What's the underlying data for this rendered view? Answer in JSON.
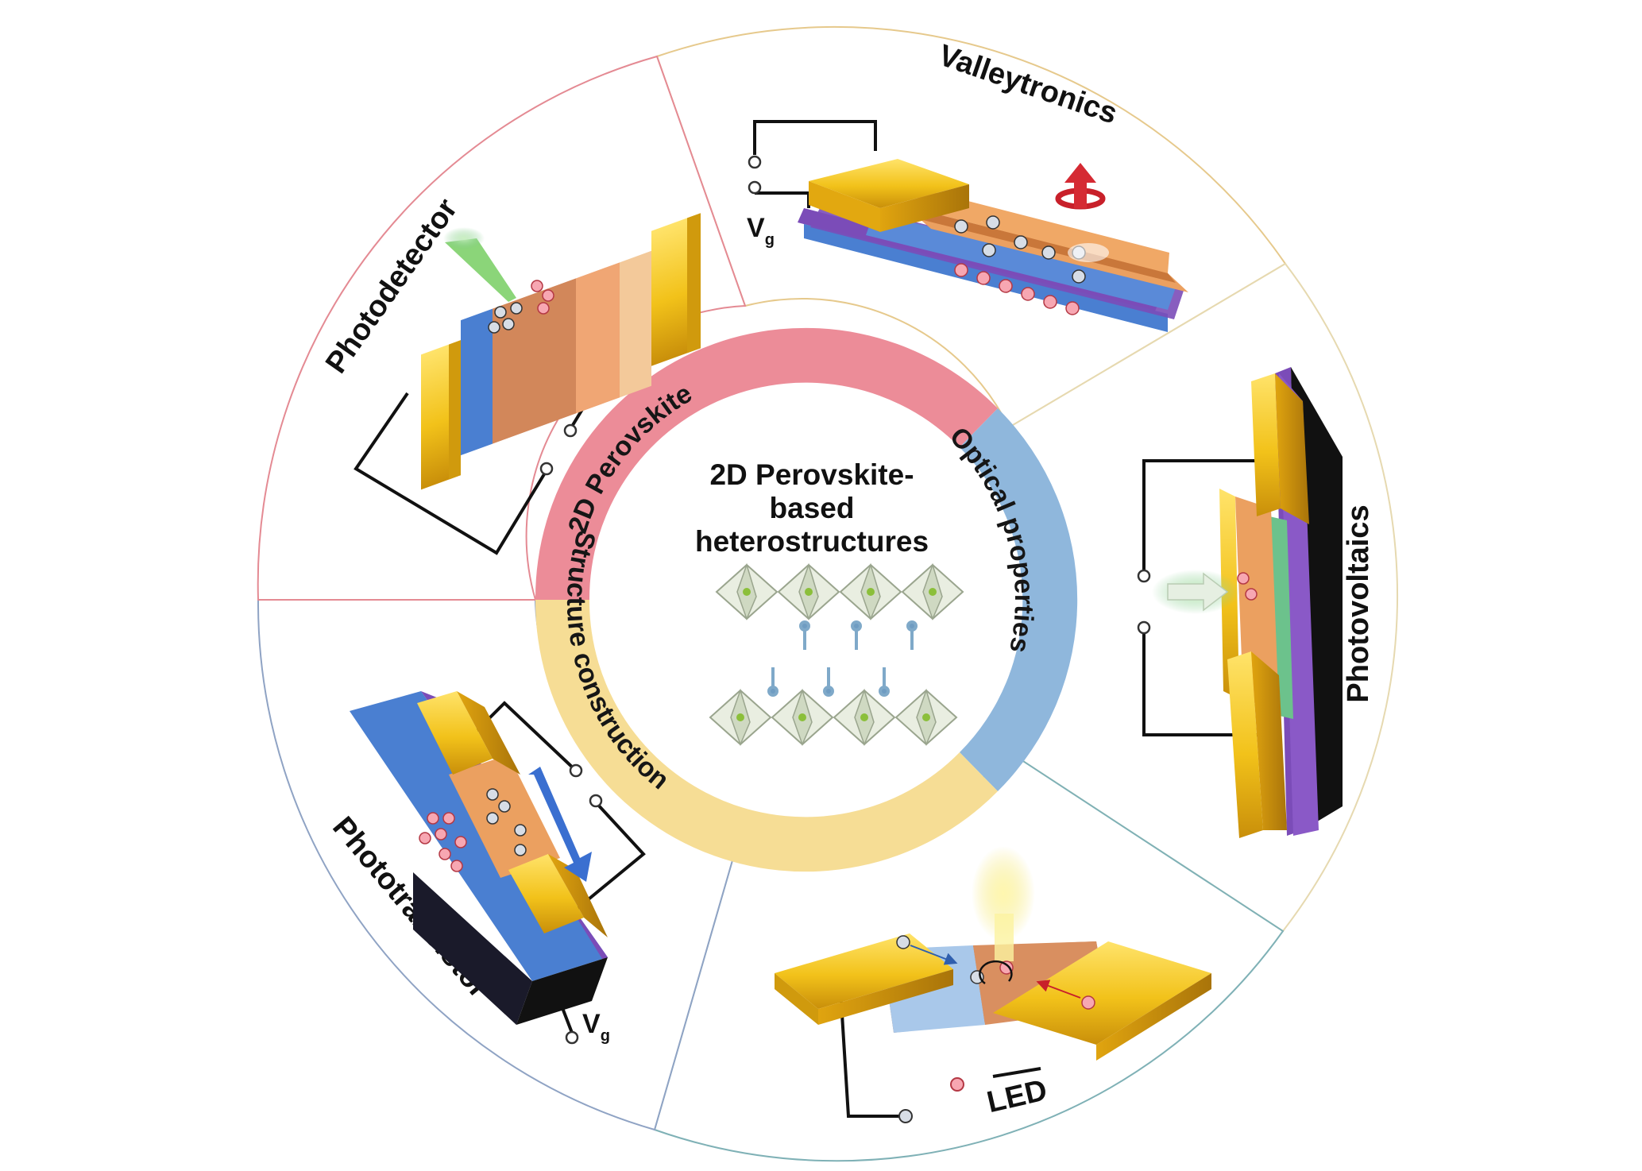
{
  "center": {
    "title_lines": [
      "2D Perovskite-",
      "based",
      "heterostructures"
    ]
  },
  "inner_ring": [
    {
      "label": "2D Perovskite",
      "color": "#ec8c98"
    },
    {
      "label": "Optical properties",
      "color": "#8fb7dc"
    },
    {
      "label": "Structure construction",
      "color": "#f6dd95"
    }
  ],
  "outer_sectors": [
    {
      "label": "Valleytronics",
      "border_color": "#e8c98a",
      "gate_label": "V",
      "gate_sub": "g"
    },
    {
      "label": "Photovoltaics",
      "border_color": "#e6d9b0"
    },
    {
      "label": "LED",
      "border_color": "#7fb1b6"
    },
    {
      "label": "Phototransistor",
      "border_color": "#8fa3c4",
      "gate_label": "V",
      "gate_sub": "g"
    },
    {
      "label": "Photodetector",
      "border_color": "#e48a93"
    }
  ],
  "colors": {
    "gold": "#f2c21a",
    "orange_channel": "#eba060",
    "blue_layer": "#4a7fd1",
    "purple_layer": "#7b4cb8",
    "electron": "#d7dde6",
    "hole": "#f7a7b2"
  }
}
